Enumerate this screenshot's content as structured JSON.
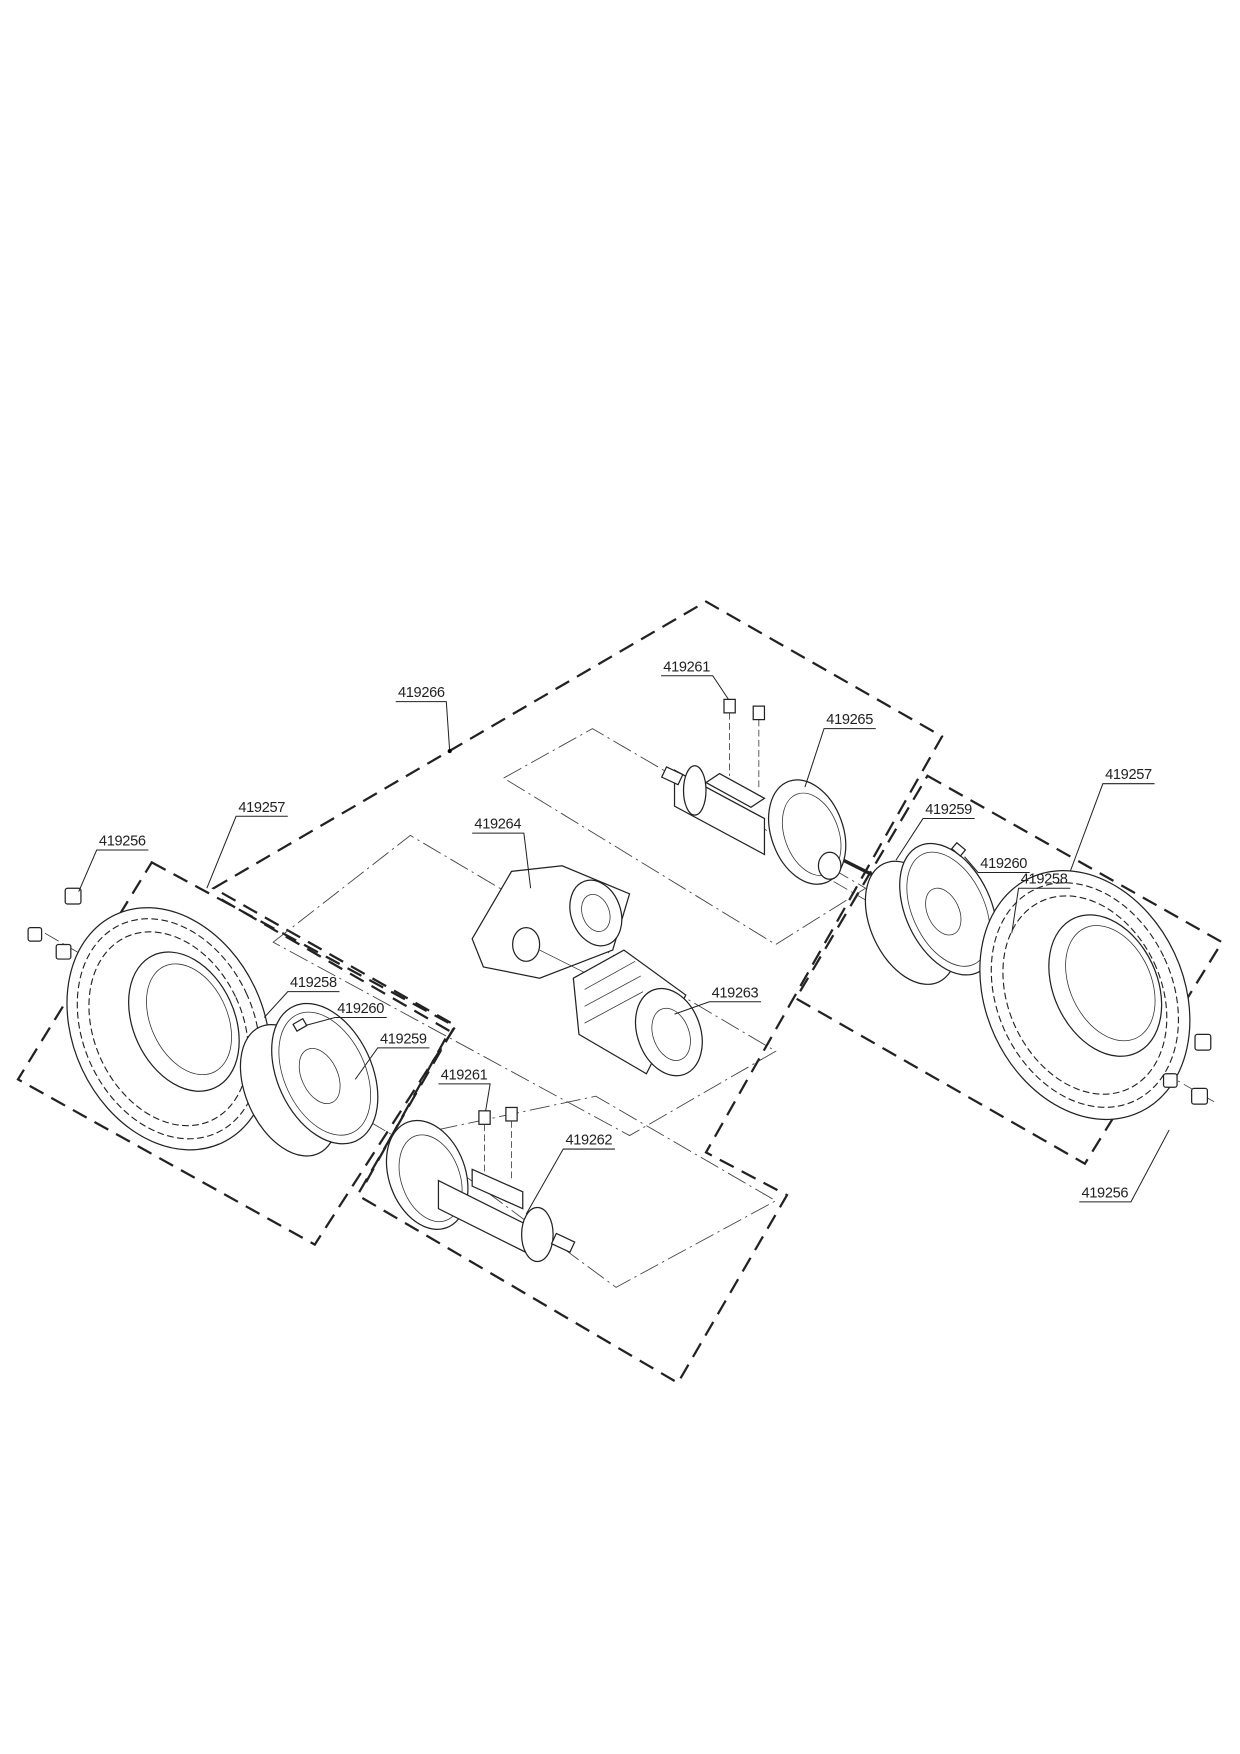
{
  "diagram": {
    "callouts": {
      "assembly": "419266",
      "wheel_left": "419257",
      "nut_left": "419256",
      "tire_left": "419258",
      "valve_left": "419260",
      "rim_left": "419259",
      "bolt_top": "419261",
      "axle_right": "419265",
      "gearbox": "419264",
      "motor": "419263",
      "wheel_right": "419257",
      "rim_right": "419259",
      "valve_right": "419260",
      "tire_right": "419258",
      "nut_right": "419256",
      "bolt_bottom": "419261",
      "axle_left": "419262"
    }
  }
}
